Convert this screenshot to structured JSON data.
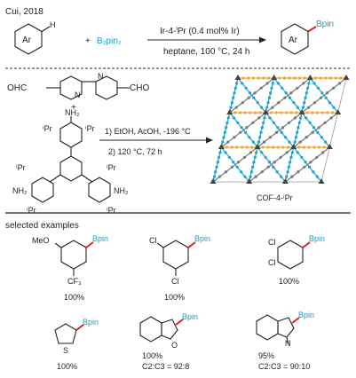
{
  "header": {
    "citation": "Cui, 2018"
  },
  "reaction": {
    "substrate_label": "Ar",
    "substrate_h": "H",
    "plus": "+",
    "reagent": "B₂pin₂",
    "catalyst_pre": "Ir-4-",
    "catalyst_sup": "i",
    "catalyst_post": "Pr (0.4 mol% Ir)",
    "conditions": "heptane, 100 °C, 24 h",
    "product_label": "Ar",
    "product_group": "Bpin"
  },
  "synthesis": {
    "aldehyde_left": "OHC",
    "aldehyde_right": "CHO",
    "plus": "+",
    "amine_nh2": "NH₂",
    "ipr": "ⁱPr",
    "step1": "1) EtOH, AcOH, -196 °C",
    "step2": "2) 120 °C, 72 h",
    "cof_label": "COF-4-ⁱPr",
    "colors": {
      "orange": "#f2a33a",
      "blue": "#1aa3d1",
      "gray": "#777777"
    }
  },
  "examples": {
    "heading": "selected examples",
    "group": "Bpin",
    "items": [
      {
        "substituents": [
          "MeO",
          "CF₃"
        ],
        "yield": "100%",
        "ratio": ""
      },
      {
        "substituents": [
          "Cl",
          "Cl"
        ],
        "yield": "100%",
        "ratio": ""
      },
      {
        "substituents": [
          "Cl",
          "Cl"
        ],
        "yield": "100%",
        "ratio": ""
      },
      {
        "substituents": [
          "S"
        ],
        "yield": "100%",
        "ratio": ""
      },
      {
        "substituents": [
          "O"
        ],
        "yield": "100%",
        "ratio": "C2:C3 = 92:8"
      },
      {
        "substituents": [
          "N"
        ],
        "yield": "95%",
        "ratio": "C2:C3 = 90:10"
      }
    ]
  },
  "colors": {
    "accent": "#1a9fc7",
    "bond_highlight": "#e02020"
  }
}
